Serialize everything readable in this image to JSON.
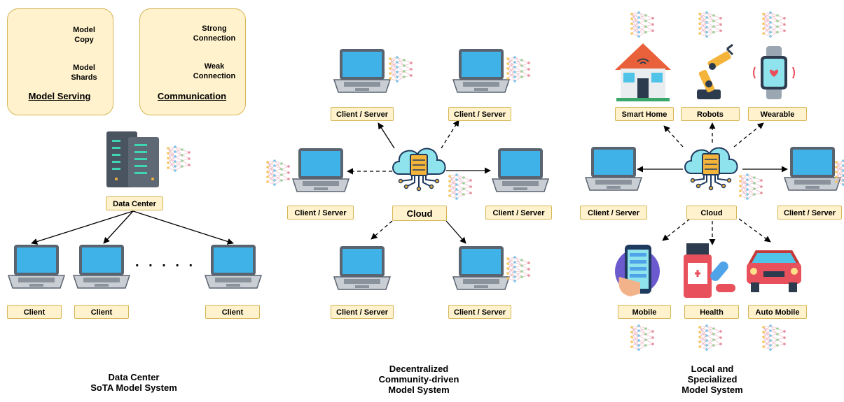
{
  "legend": {
    "serving": {
      "model_copy": "Model\nCopy",
      "model_shards": "Model\nShards",
      "title": "Model Serving"
    },
    "communication": {
      "strong": "Strong\nConnection",
      "weak": "Weak\nConnection",
      "title": "Communication"
    }
  },
  "data_center": {
    "hub_label": "Data Center",
    "client_labels": [
      "Client",
      "Client",
      "Client"
    ],
    "ellipsis": ". . . . .",
    "caption": "Data Center\nSoTA Model System"
  },
  "decentralized": {
    "hub_label": "Cloud",
    "node_label": "Client / Server",
    "caption": "Decentralized\nCommunity-driven\nModel System"
  },
  "local": {
    "hub_label": "Cloud",
    "top_labels": [
      "Smart Home",
      "Robots",
      "Wearable"
    ],
    "side_labels": [
      "Client / Server",
      "Client / Server"
    ],
    "bottom_labels": [
      "Mobile",
      "Health",
      "Auto Mobile"
    ],
    "caption": "Local and\nSpecialized\nModel System"
  },
  "colors": {
    "label_fill": "#fff2cc",
    "label_border": "#d6b656",
    "screen": "#3fb3e8",
    "laptop_body": "#5a6470",
    "cloud": "#8fe3ec",
    "server": "#f4b43a"
  },
  "icons": [
    "laptop-icon",
    "server-rack-icon",
    "cloud-server-icon",
    "neural-network-icon",
    "smart-home-icon",
    "robot-arm-icon",
    "smartwatch-icon",
    "smartphone-icon",
    "medicine-icon",
    "car-icon"
  ]
}
